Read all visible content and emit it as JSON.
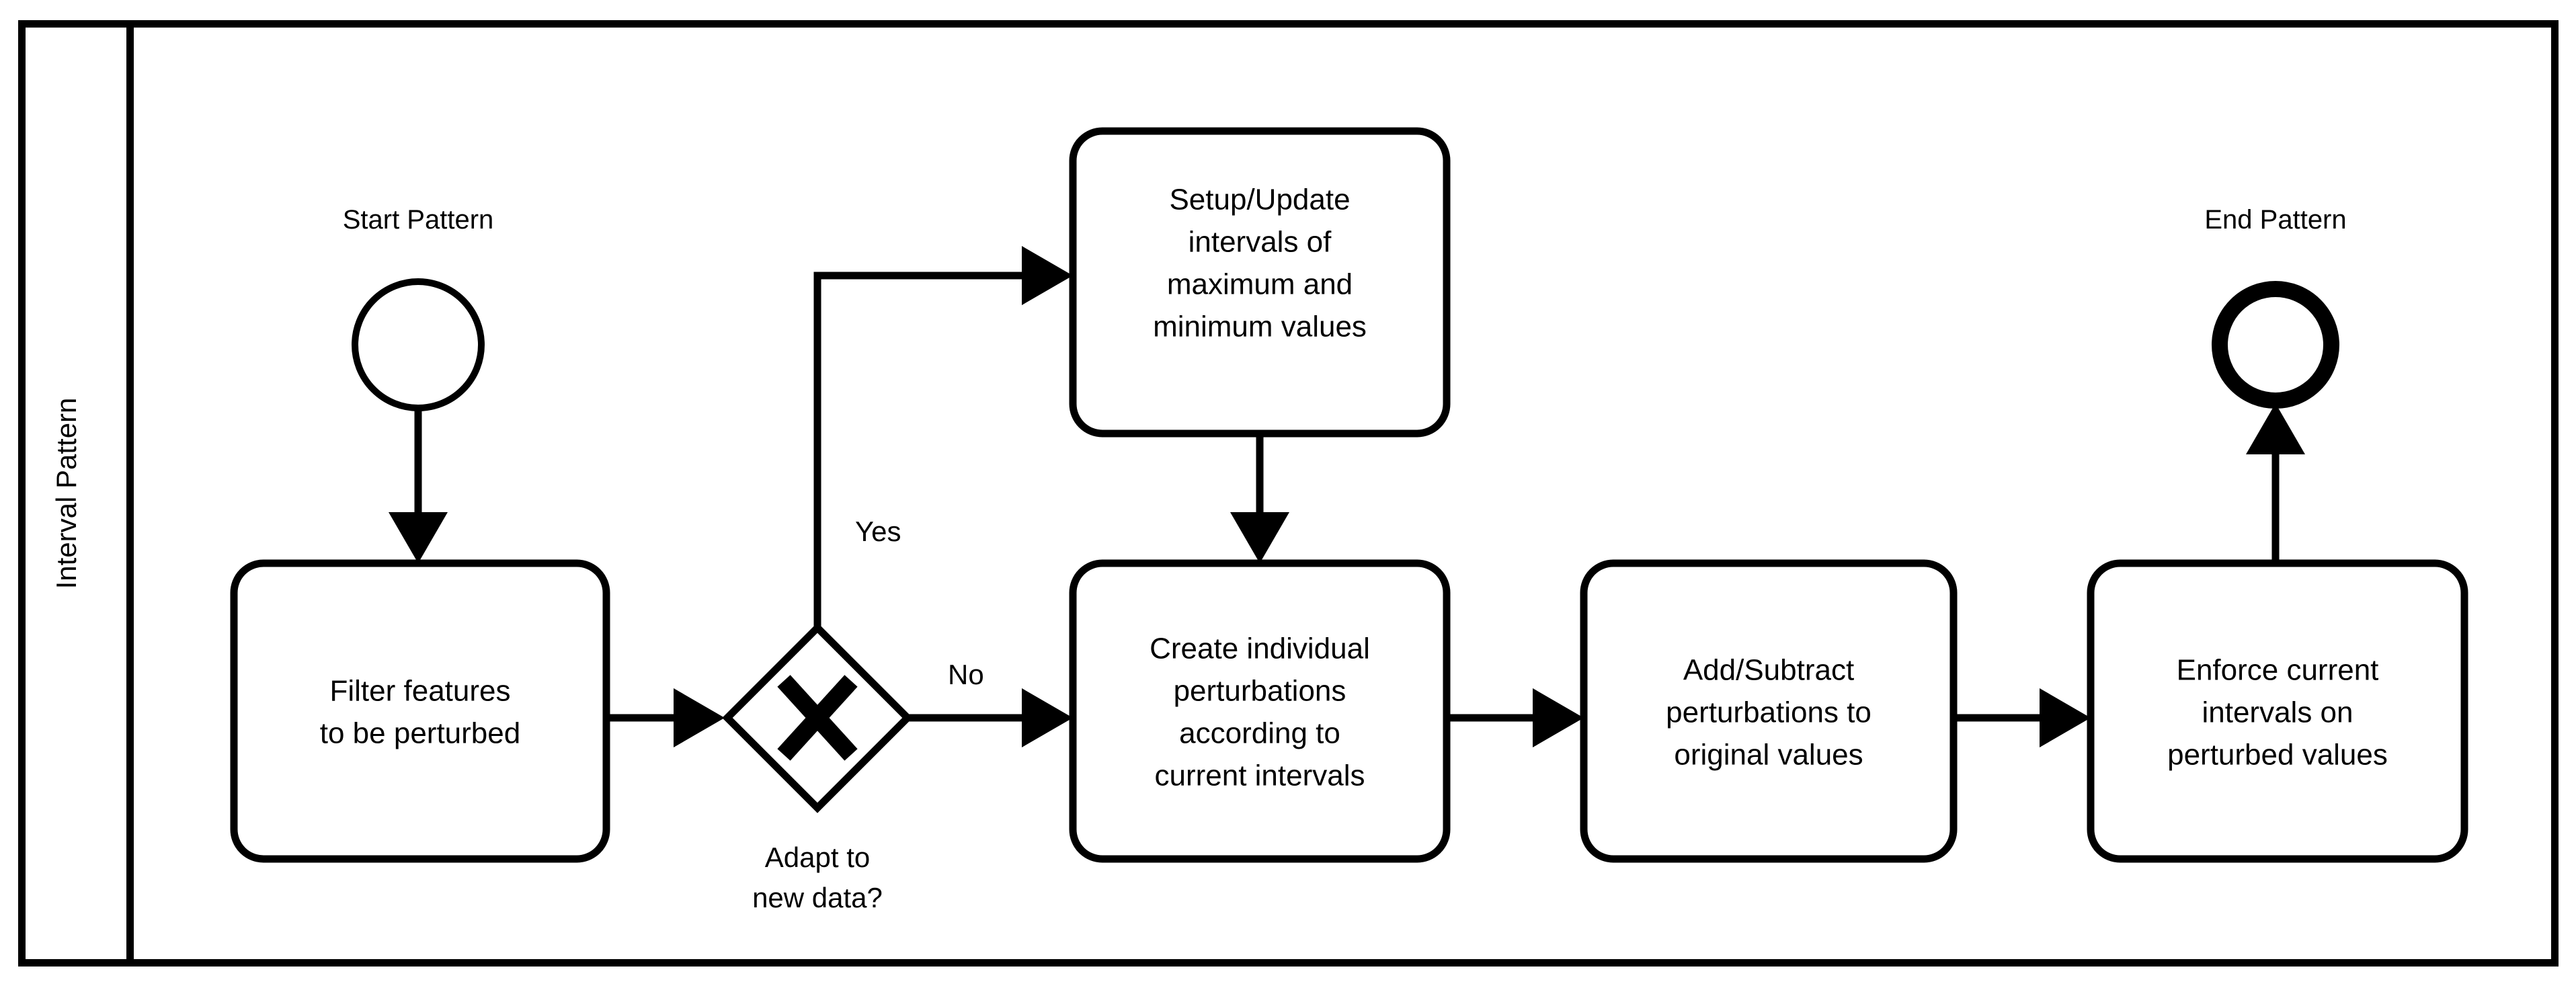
{
  "diagram": {
    "type": "bpmn-flowchart",
    "lane_label": "Interval Pattern",
    "events": {
      "start": {
        "label": "Start Pattern",
        "kind": "start-event"
      },
      "end": {
        "label": "End Pattern",
        "kind": "end-event"
      }
    },
    "gateway": {
      "marker": "X",
      "kind": "exclusive-gateway",
      "label": "Adapt to\nnew  data?",
      "label_line1": "Adapt to",
      "label_line2": "new  data?",
      "branches": [
        {
          "label": "Yes",
          "target": "setup-update-intervals"
        },
        {
          "label": "No",
          "target": "create-perturbations"
        }
      ]
    },
    "tasks": [
      {
        "id": "filter-features",
        "lines": [
          "Filter features",
          "to be perturbed"
        ]
      },
      {
        "id": "setup-update-intervals",
        "lines": [
          "Setup/Update",
          "intervals of",
          "maximum and",
          "minimum values"
        ]
      },
      {
        "id": "create-perturbations",
        "lines": [
          "Create individual",
          "perturbations",
          "according to",
          "current intervals"
        ]
      },
      {
        "id": "add-subtract-perturbations",
        "lines": [
          "Add/Subtract",
          "perturbations to",
          "original values"
        ]
      },
      {
        "id": "enforce-intervals",
        "lines": [
          "Enforce current",
          "intervals on",
          "perturbed values"
        ]
      }
    ],
    "colors": {
      "stroke": "#000000",
      "fill": "#ffffff",
      "background": "#ffffff"
    }
  }
}
